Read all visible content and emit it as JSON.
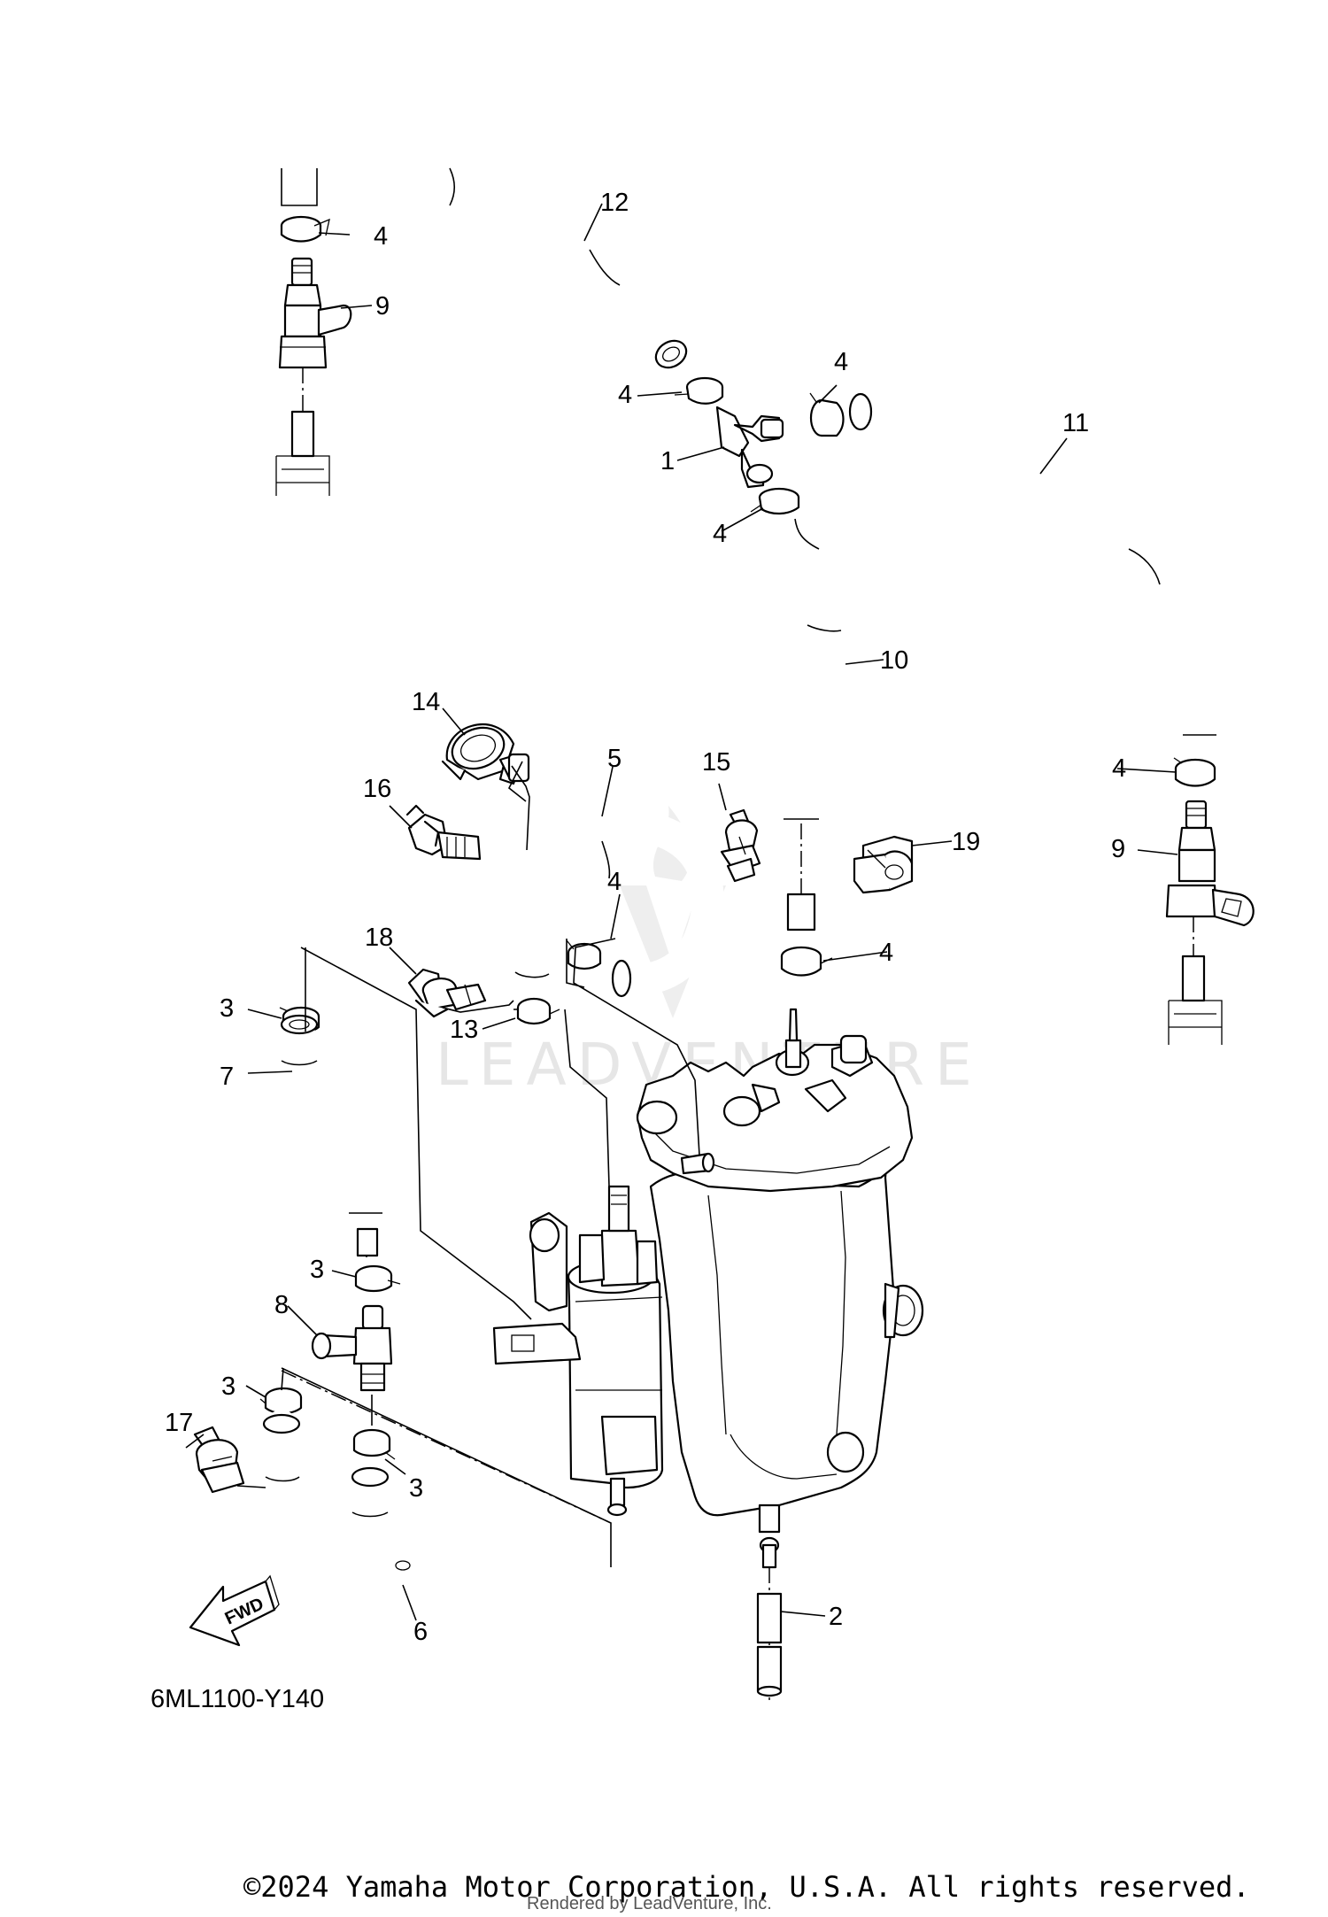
{
  "diagram": {
    "code": "6ML1100-Y140",
    "fwd_label": "FWD",
    "watermark": "LEADVENTURE",
    "copyright": "©2024 Yamaha Motor Corporation, U.S.A. All rights reserved.",
    "rendered_by": "Rendered by LeadVenture, Inc.",
    "callouts": [
      {
        "id": "c12",
        "label": "12"
      },
      {
        "id": "c4a",
        "label": "4"
      },
      {
        "id": "c9a",
        "label": "9"
      },
      {
        "id": "c4b",
        "label": "4"
      },
      {
        "id": "c4c",
        "label": "4"
      },
      {
        "id": "c1",
        "label": "1"
      },
      {
        "id": "c4d",
        "label": "4"
      },
      {
        "id": "c11",
        "label": "11"
      },
      {
        "id": "c10",
        "label": "10"
      },
      {
        "id": "c14",
        "label": "14"
      },
      {
        "id": "c5",
        "label": "5"
      },
      {
        "id": "c15",
        "label": "15"
      },
      {
        "id": "c16",
        "label": "16"
      },
      {
        "id": "c19",
        "label": "19"
      },
      {
        "id": "c4e",
        "label": "4"
      },
      {
        "id": "c4f",
        "label": "4"
      },
      {
        "id": "c9b",
        "label": "9"
      },
      {
        "id": "c18",
        "label": "18"
      },
      {
        "id": "c3a",
        "label": "3"
      },
      {
        "id": "c4g",
        "label": "4"
      },
      {
        "id": "c13",
        "label": "13"
      },
      {
        "id": "c7",
        "label": "7"
      },
      {
        "id": "c3b",
        "label": "3"
      },
      {
        "id": "c8",
        "label": "8"
      },
      {
        "id": "c3c",
        "label": "3"
      },
      {
        "id": "c17",
        "label": "17"
      },
      {
        "id": "c3d",
        "label": "3"
      },
      {
        "id": "c6",
        "label": "6"
      },
      {
        "id": "c2",
        "label": "2"
      }
    ]
  }
}
